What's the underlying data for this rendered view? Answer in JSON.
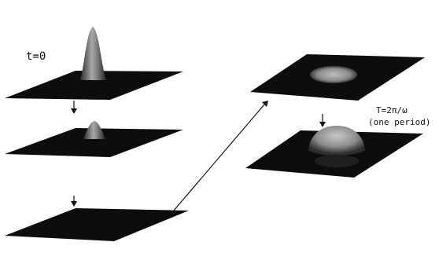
{
  "labels": {
    "t0": "t=0",
    "period": "T=2π/ω",
    "period_note": "(one period)"
  },
  "panels": [
    {
      "id": "t0",
      "peak": "tall"
    },
    {
      "id": "t1",
      "peak": "small"
    },
    {
      "id": "t2",
      "peak": "none"
    },
    {
      "id": "t3",
      "peak": "faint-disc"
    },
    {
      "id": "T",
      "peak": "dome"
    }
  ],
  "colors": {
    "surface": "#0d0d0d",
    "peak_dark": "#1a1a1a",
    "peak_light": "#9a9a9a",
    "arrow": "#111111"
  }
}
